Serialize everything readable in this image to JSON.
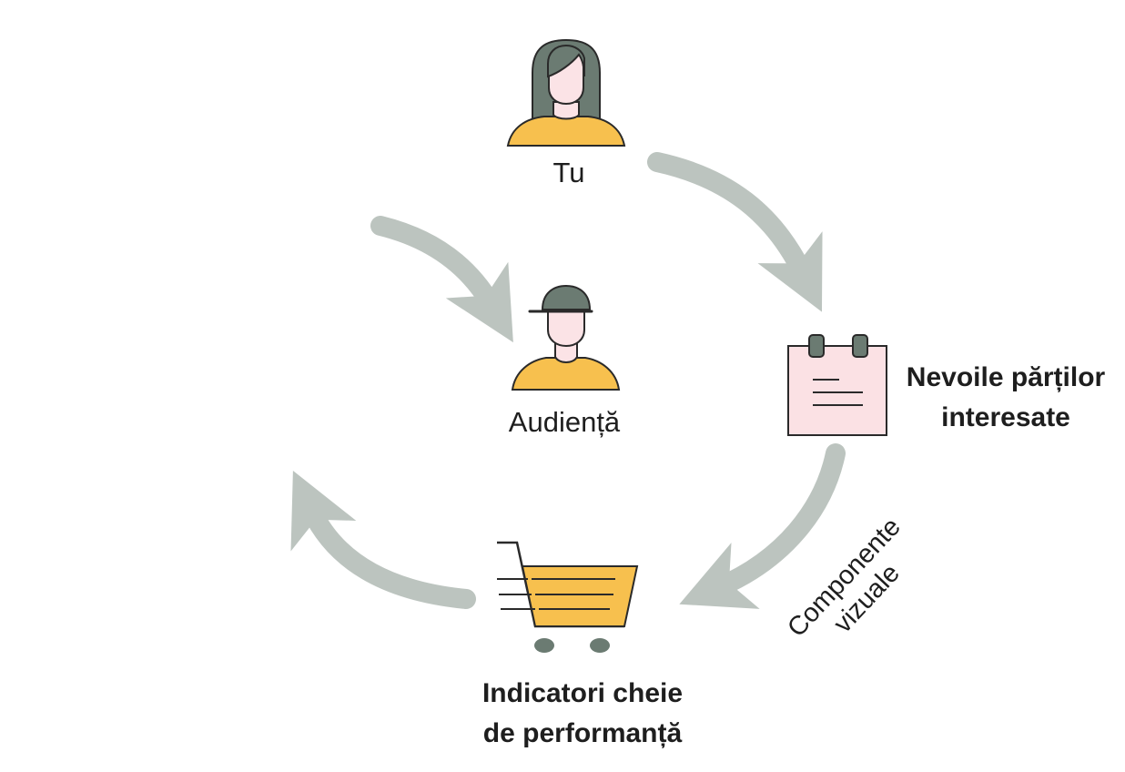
{
  "nodes": {
    "you": {
      "label": "Tu"
    },
    "audience": {
      "label": "Audiență"
    },
    "stakeholder_needs": {
      "line1": "Nevoile părților",
      "line2": "interesate"
    },
    "kpi": {
      "line1": "Indicatori cheie",
      "line2": "de performanță"
    }
  },
  "edges": {
    "visual_components": {
      "line1": "Componente",
      "line2": "vizuale"
    }
  },
  "colors": {
    "arrow": "#bcc4bf",
    "hair": "#6b7b72",
    "skin": "#fbe3e6",
    "shirt": "#f7c04e",
    "outline": "#2a2a2a",
    "note": "#fbe1e4"
  }
}
